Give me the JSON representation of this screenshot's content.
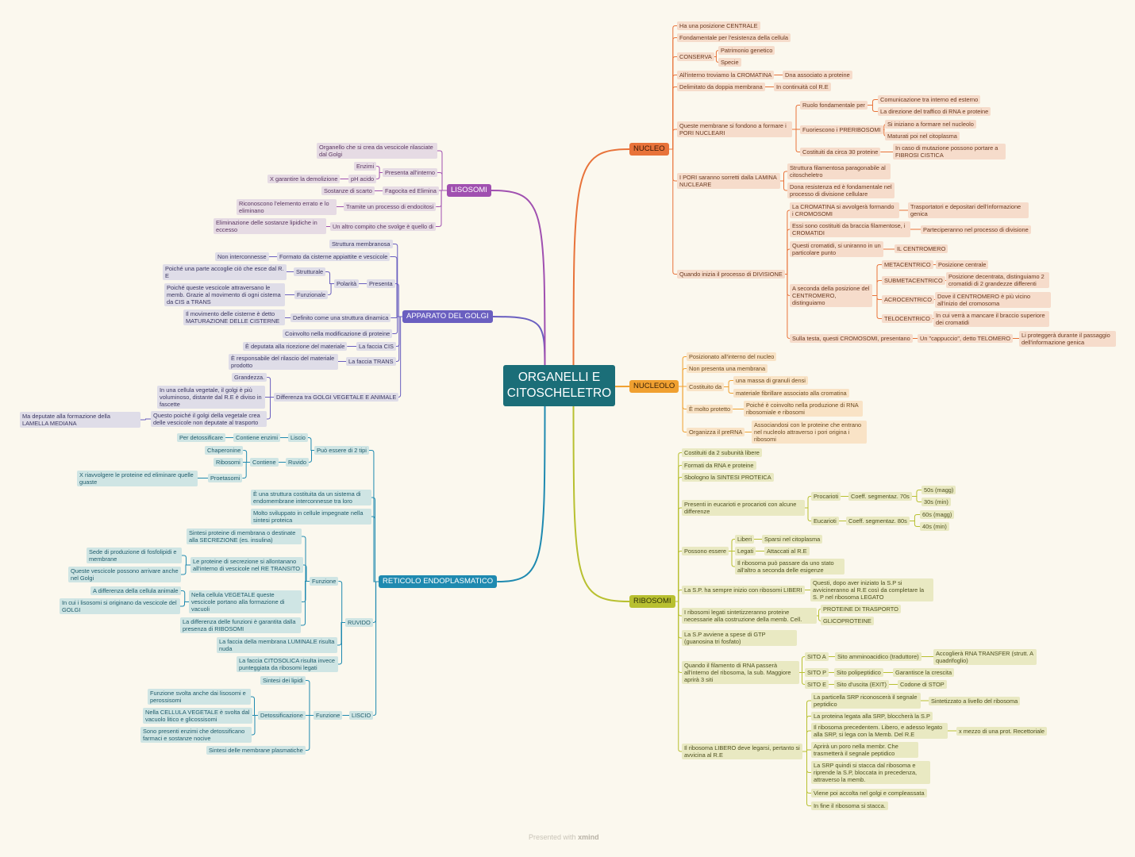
{
  "root": {
    "title": "ORGANELLI E CITOSCHELETRO"
  },
  "branches": {
    "nucleo": {
      "label": "NUCLEO",
      "color": "#e8733a",
      "text": "#3a1a08"
    },
    "nucleolo": {
      "label": "NUCLEOLO",
      "color": "#f0a030",
      "text": "#3a2208"
    },
    "ribosomi": {
      "label": "RIBOSOMI",
      "color": "#b8c030",
      "text": "#30320a"
    },
    "reticolo": {
      "label": "RETICOLO ENDOPLASMATICO",
      "color": "#1f8ab0",
      "text": "#ffffff"
    },
    "golgi": {
      "label": "APPARATO DEL GOLGI",
      "color": "#6a5fc0",
      "text": "#ffffff"
    },
    "lisosomi": {
      "label": "LISOSOMI",
      "color": "#a050b0",
      "text": "#ffffff"
    }
  },
  "nodes": [
    {
      "id": "n1",
      "p": "nucleo",
      "t": "Ha una posizione CENTRALE"
    },
    {
      "id": "n2",
      "p": "nucleo",
      "t": "Fondamentale per l'esistenza della cellula"
    },
    {
      "id": "n3",
      "p": "nucleo",
      "t": "CONSERVA"
    },
    {
      "id": "n3a",
      "p": "n3",
      "t": "Patrimonio genetico"
    },
    {
      "id": "n3b",
      "p": "n3",
      "t": "Specie"
    },
    {
      "id": "n4",
      "p": "nucleo",
      "t": "All'interno troviamo la CROMATINA"
    },
    {
      "id": "n4a",
      "p": "n4",
      "t": "Dna associato a proteine"
    },
    {
      "id": "n5",
      "p": "nucleo",
      "t": "Delimitato da doppia membrana"
    },
    {
      "id": "n5a",
      "p": "n5",
      "t": "In continuità col R.E"
    },
    {
      "id": "n6",
      "p": "nucleo",
      "t": "Queste membrane si fondono a formare i PORI NUCLEARI"
    },
    {
      "id": "n6a",
      "p": "n6",
      "t": "Ruolo fondamentale per"
    },
    {
      "id": "n6a1",
      "p": "n6a",
      "t": "Comunicazione tra interno ed esterno"
    },
    {
      "id": "n6a2",
      "p": "n6a",
      "t": "La direzione del traffico di RNA e proteine"
    },
    {
      "id": "n6b",
      "p": "n6",
      "t": "Fuoriescono i PRERIBOSOMI"
    },
    {
      "id": "n6b1",
      "p": "n6b",
      "t": "Si iniziano a formare nel nucleolo"
    },
    {
      "id": "n6b2",
      "p": "n6b",
      "t": "Maturati poi nel citoplasma"
    },
    {
      "id": "n6c",
      "p": "n6",
      "t": "Costituiti da circa 30 proteine"
    },
    {
      "id": "n6c1",
      "p": "n6c",
      "t": "In caso di mutazione possono portare a FIBROSI CISTICA"
    },
    {
      "id": "n7",
      "p": "nucleo",
      "t": "I PORI saranno sorretti dalla LAMINA NUCLEARE"
    },
    {
      "id": "n7a",
      "p": "n7",
      "t": "Struttura filamentosa paragonabile al citoscheletro"
    },
    {
      "id": "n7b",
      "p": "n7",
      "t": "Dona resistenza ed è fondamentale nel processo di divisione cellulare"
    },
    {
      "id": "n8",
      "p": "nucleo",
      "t": "Quando inizia il processo di DIVISIONE"
    },
    {
      "id": "n8a",
      "p": "n8",
      "t": "La CROMATINA si avvolgerà formando i CROMOSOMI"
    },
    {
      "id": "n8a1",
      "p": "n8a",
      "t": "Trasportatori e depositari dell'informazione genica"
    },
    {
      "id": "n8b",
      "p": "n8",
      "t": "Essi sono costituiti da braccia filamentose, i CROMATIDI"
    },
    {
      "id": "n8b1",
      "p": "n8b",
      "t": "Parteciperanno nel processo di divisione"
    },
    {
      "id": "n8c",
      "p": "n8",
      "t": "Questi cromatidi, si uniranno in un particolare punto"
    },
    {
      "id": "n8c1",
      "p": "n8c",
      "t": "IL CENTROMERO"
    },
    {
      "id": "n8d",
      "p": "n8",
      "t": "A seconda della posizione del CENTROMERO, distinguiamo"
    },
    {
      "id": "n8d1",
      "p": "n8d",
      "t": "METACENTRICO"
    },
    {
      "id": "n8d1a",
      "p": "n8d1",
      "t": "Posizione centrale"
    },
    {
      "id": "n8d2",
      "p": "n8d",
      "t": "SUBMETACENTRICO"
    },
    {
      "id": "n8d2a",
      "p": "n8d2",
      "t": "Posizione decentrata, distinguiamo 2 cromatidi di 2 grandezze differenti"
    },
    {
      "id": "n8d3",
      "p": "n8d",
      "t": "ACROCENTRICO"
    },
    {
      "id": "n8d3a",
      "p": "n8d3",
      "t": "Dove il CENTROMERO è più vicino all'inizio del cromosoma"
    },
    {
      "id": "n8d4",
      "p": "n8d",
      "t": "TELOCENTRICO"
    },
    {
      "id": "n8d4a",
      "p": "n8d4",
      "t": "In cui verrà a mancare il braccio superiore dei cromatidi"
    },
    {
      "id": "n8e",
      "p": "n8",
      "t": "Sulla testa, questi CROMOSOMI, presentano"
    },
    {
      "id": "n8e1",
      "p": "n8e",
      "t": "Un \"cappuccio\", detto TELOMERO"
    },
    {
      "id": "n8e2",
      "p": "n8e1",
      "t": "Li proteggerà durante il passaggio dell'informazione genica"
    },
    {
      "id": "o1",
      "p": "nucleolo",
      "t": "Posizionato all'interno del nucleo"
    },
    {
      "id": "o2",
      "p": "nucleolo",
      "t": "Non presenta una membrana"
    },
    {
      "id": "o3",
      "p": "nucleolo",
      "t": "Costituito da"
    },
    {
      "id": "o3a",
      "p": "o3",
      "t": "una massa di granuli densi"
    },
    {
      "id": "o3b",
      "p": "o3",
      "t": "materiale fibrillare associato alla cromatina"
    },
    {
      "id": "o4",
      "p": "nucleolo",
      "t": "È molto protetto"
    },
    {
      "id": "o4a",
      "p": "o4",
      "t": "Poiché è coinvolto nella produzione di RNA ribosomiale e ribosomi"
    },
    {
      "id": "o5",
      "p": "nucleolo",
      "t": "Organizza il preRNA"
    },
    {
      "id": "o5a",
      "p": "o5",
      "t": "Associandosi con le proteine che entrano nel nucleolo attraverso i pori origina i ribosomi"
    },
    {
      "id": "r1",
      "p": "ribosomi",
      "t": "Costituiti da 2 subunità libere"
    },
    {
      "id": "r2",
      "p": "ribosomi",
      "t": "Formati da RNA e proteine"
    },
    {
      "id": "r3",
      "p": "ribosomi",
      "t": "Sbologno la SINTESI PROTEICA"
    },
    {
      "id": "r4",
      "p": "ribosomi",
      "t": "Presenti in eucarioti e procarioti con alcune differenze"
    },
    {
      "id": "r4a",
      "p": "r4",
      "t": "Procarioti"
    },
    {
      "id": "r4a1",
      "p": "r4a",
      "t": "Coeff. segmentaz. 70s"
    },
    {
      "id": "r4a1a",
      "p": "r4a1",
      "t": "50s (magg)"
    },
    {
      "id": "r4a1b",
      "p": "r4a1",
      "t": "30s (min)"
    },
    {
      "id": "r4b",
      "p": "r4",
      "t": "Eucarioti"
    },
    {
      "id": "r4b1",
      "p": "r4b",
      "t": "Coeff. segmentaz. 80s"
    },
    {
      "id": "r4b1a",
      "p": "r4b1",
      "t": "60s (magg)"
    },
    {
      "id": "r4b1b",
      "p": "r4b1",
      "t": "40s (min)"
    },
    {
      "id": "r5",
      "p": "ribosomi",
      "t": "Possono essere"
    },
    {
      "id": "r5a",
      "p": "r5",
      "t": "Liberi"
    },
    {
      "id": "r5a1",
      "p": "r5a",
      "t": "Sparsi nel citoplasma"
    },
    {
      "id": "r5b",
      "p": "r5",
      "t": "Legati"
    },
    {
      "id": "r5b1",
      "p": "r5b",
      "t": "Attaccati al R.E"
    },
    {
      "id": "r5c",
      "p": "r5",
      "t": "Il ribosoma può passare da uno stato all'altro a seconda delle esigenze"
    },
    {
      "id": "r6",
      "p": "ribosomi",
      "t": "La S.P. ha sempre inizio con ribosomi LIBERI"
    },
    {
      "id": "r6a",
      "p": "r6",
      "t": "Questi, dopo aver iniziato la S.P si avvicineranno al R.E così da completare la S. P nel ribosoma LEGATO"
    },
    {
      "id": "r7",
      "p": "ribosomi",
      "t": "I ribosomi legati sintetizzeranno proteine necessarie alla costruzione della memb. Cell."
    },
    {
      "id": "r7a",
      "p": "r7",
      "t": "PROTEINE DI TRASPORTO"
    },
    {
      "id": "r7b",
      "p": "r7",
      "t": "GLICOPROTEINE"
    },
    {
      "id": "r8",
      "p": "ribosomi",
      "t": "La S.P avviene a spese di GTP (guanosina tri fosfato)"
    },
    {
      "id": "r9",
      "p": "ribosomi",
      "t": "Quando il filamento di RNA passerà all'interno del ribosoma, la sub. Maggiore aprirà 3 siti"
    },
    {
      "id": "r9a",
      "p": "r9",
      "t": "SITO A"
    },
    {
      "id": "r9a1",
      "p": "r9a",
      "t": "Sito amminoacidico (traduttore)"
    },
    {
      "id": "r9a2",
      "p": "r9a1",
      "t": "Accoglierà RNA TRANSFER (strutt. A quadrifoglio)"
    },
    {
      "id": "r9b",
      "p": "r9",
      "t": "SITO P"
    },
    {
      "id": "r9b1",
      "p": "r9b",
      "t": "Sito polipeptidico"
    },
    {
      "id": "r9b2",
      "p": "r9b1",
      "t": "Garantisce la crescita"
    },
    {
      "id": "r9c",
      "p": "r9",
      "t": "SITO E"
    },
    {
      "id": "r9c1",
      "p": "r9c",
      "t": "Sito d'uscita (EXIT)"
    },
    {
      "id": "r9c2",
      "p": "r9c1",
      "t": "Codone di STOP"
    },
    {
      "id": "r10",
      "p": "ribosomi",
      "t": "Il ribosoma LIBERO deve legarsi, pertanto si avvicina al R.E"
    },
    {
      "id": "r10a",
      "p": "r10",
      "t": "La particella SRP riconoscerà il segnale peptidico"
    },
    {
      "id": "r10a1",
      "p": "r10a",
      "t": "Sintetizzato a livello del ribosoma"
    },
    {
      "id": "r10b",
      "p": "r10",
      "t": "La proteina legata alla SRP, bloccherà la S.P"
    },
    {
      "id": "r10c",
      "p": "r10",
      "t": "Il ribosoma precedentem. Libero, e adesso legato alla SRP, si lega con la Memb. Del R.E"
    },
    {
      "id": "r10c1",
      "p": "r10c",
      "t": "x mezzo di una prot. Recettoriale"
    },
    {
      "id": "r10d",
      "p": "r10",
      "t": "Aprirà un poro nella membr. Che trasmetterà il segnale peptidico"
    },
    {
      "id": "r10e",
      "p": "r10",
      "t": "La SRP quindi si stacca dal ribosoma e riprende la S.P, bloccata in precedenza, attraverso la memb."
    },
    {
      "id": "r10f",
      "p": "r10",
      "t": "Viene poi accolta nel golgi e compleassata"
    },
    {
      "id": "r10g",
      "p": "r10",
      "t": "In fine il ribosoma si stacca."
    },
    {
      "id": "l1",
      "p": "lisosomi",
      "t": "Organello che si crea da vescicole rilasciate dal Golgi"
    },
    {
      "id": "l2",
      "p": "lisosomi",
      "t": "Presenta all'interno"
    },
    {
      "id": "l2a",
      "p": "l2",
      "t": "Enzimi"
    },
    {
      "id": "l2b",
      "p": "l2",
      "t": "pH acido"
    },
    {
      "id": "l2b1",
      "p": "l2b",
      "t": "X garantire la demolizione"
    },
    {
      "id": "l3",
      "p": "lisosomi",
      "t": "Fagocita ed Elimina"
    },
    {
      "id": "l3a",
      "p": "l3",
      "t": "Sostanze di scarto"
    },
    {
      "id": "l4",
      "p": "lisosomi",
      "t": "Tramite un processo di endocitosi"
    },
    {
      "id": "l4a",
      "p": "l4",
      "t": "Riconoscono l'elemento errato e lo eliminano"
    },
    {
      "id": "l5",
      "p": "lisosomi",
      "t": "Un altro compito che svolge è quello di"
    },
    {
      "id": "l5a",
      "p": "l5",
      "t": "Eliminazione delle sostanze lipidiche in eccesso"
    },
    {
      "id": "g1",
      "p": "golgi",
      "t": "Struttura membranosa"
    },
    {
      "id": "g2",
      "p": "golgi",
      "t": "Formato da cisterne appiattite e vescicole"
    },
    {
      "id": "g2a",
      "p": "g2",
      "t": "Non interconnesse"
    },
    {
      "id": "g3",
      "p": "golgi",
      "t": "Presenta"
    },
    {
      "id": "g3a",
      "p": "g3",
      "t": "Polarità"
    },
    {
      "id": "g3a1",
      "p": "g3a",
      "t": "Strutturale"
    },
    {
      "id": "g3a1a",
      "p": "g3a1",
      "t": "Poiché una parte accoglie ciò che esce dal R. E"
    },
    {
      "id": "g3a2",
      "p": "g3a",
      "t": "Funzionale"
    },
    {
      "id": "g3a2a",
      "p": "g3a2",
      "t": "Poiché queste vescicole attraversano le memb. Grazie al movimento di ogni cistema da CIS a TRANS"
    },
    {
      "id": "g4",
      "p": "golgi",
      "t": "Definito come una struttura dinamica"
    },
    {
      "id": "g4a",
      "p": "g4",
      "t": "Il movimento delle cisterne è detto MATURAZIONE DELLE CISTERNE"
    },
    {
      "id": "g5",
      "p": "golgi",
      "t": "Coinvolto nella modificazione di proteine"
    },
    {
      "id": "g6",
      "p": "golgi",
      "t": "La faccia CIS"
    },
    {
      "id": "g6a",
      "p": "g6",
      "t": "È deputata alla ricezione del materiale"
    },
    {
      "id": "g7",
      "p": "golgi",
      "t": "La faccia TRANS"
    },
    {
      "id": "g7a",
      "p": "g7",
      "t": "È responsabile del rilascio del materiale prodotto"
    },
    {
      "id": "g8",
      "p": "golgi",
      "t": "Differenza tra GOLGI VEGETALE E ANIMALE"
    },
    {
      "id": "g8a",
      "p": "g8",
      "t": "Grandezza."
    },
    {
      "id": "g8b",
      "p": "g8",
      "t": "In una cellula vegetale, il golgi è più voluminoso, distante dal R.E è diviso in fascette"
    },
    {
      "id": "g8c",
      "p": "g8",
      "t": "Questo poiché il golgi della vegetale crea delle vescicole non deputate al trasporto"
    },
    {
      "id": "g8c1",
      "p": "g8c",
      "t": "Ma deputate alla formazione della LAMELLA MEDIANA"
    },
    {
      "id": "e1",
      "p": "reticolo",
      "t": "Può essere di 2 tipi"
    },
    {
      "id": "e1a",
      "p": "e1",
      "t": "Liscio"
    },
    {
      "id": "e1a1",
      "p": "e1a",
      "t": "Contiene enzimi"
    },
    {
      "id": "e1a2",
      "p": "e1a1",
      "t": "Per detossificare"
    },
    {
      "id": "e1b",
      "p": "e1",
      "t": "Ruvido"
    },
    {
      "id": "e1b1",
      "p": "e1b",
      "t": "Contiene"
    },
    {
      "id": "e1b1a",
      "p": "e1b1",
      "t": "Chaperonine"
    },
    {
      "id": "e1b1b",
      "p": "e1b1",
      "t": "Ribosomi"
    },
    {
      "id": "e1b1c",
      "p": "e1b1",
      "t": "Proetasomi"
    },
    {
      "id": "e1b1c1",
      "p": "e1b1c",
      "t": "X riavvolgere le proteine ed eliminare quelle guaste"
    },
    {
      "id": "e2",
      "p": "reticolo",
      "t": "È una struttura costituita da un sistema di endomembrane interconnesse tra loro"
    },
    {
      "id": "e3",
      "p": "reticolo",
      "t": "Molto sviluppato in cellule impegnate nella sintesi proteica"
    },
    {
      "id": "e4",
      "p": "reticolo",
      "t": "RUVIDO"
    },
    {
      "id": "e4a",
      "p": "e4",
      "t": "Funzione"
    },
    {
      "id": "e4a1",
      "p": "e4a",
      "t": "Sintesi proteine di membrana o destinate alla SECREZIONE (es. insulina)"
    },
    {
      "id": "e4a2",
      "p": "e4a",
      "t": "Le proteine di secrezione si allontanano all'interno di vescicole nel RE TRANSITO"
    },
    {
      "id": "e4a2a",
      "p": "e4a2",
      "t": "Sede di produzione di fosfolipidi e membrane"
    },
    {
      "id": "e4a2b",
      "p": "e4a2",
      "t": "Queste vescicole possono arrivare anche nel Golgi"
    },
    {
      "id": "e4a3",
      "p": "e4a",
      "t": "Nella cellula VEGETALE queste vescicole portano alla formazione di vacuoli"
    },
    {
      "id": "e4a3a",
      "p": "e4a3",
      "t": "A differenza della cellula animale"
    },
    {
      "id": "e4a3b",
      "p": "e4a3",
      "t": "In cui i lisosomi si originano da vescicole del GOLGI"
    },
    {
      "id": "e4a4",
      "p": "e4a",
      "t": "La differenza delle funzioni è garantita dalla presenza di RIBOSOMI"
    },
    {
      "id": "e4b",
      "p": "e4",
      "t": "La faccia della membrana LUMINALE risulta nuda"
    },
    {
      "id": "e4c",
      "p": "e4",
      "t": "La faccia CITOSOLICA risulta invece punteggiata da ribosomi legati"
    },
    {
      "id": "e5",
      "p": "reticolo",
      "t": "LISCIO"
    },
    {
      "id": "e5a",
      "p": "e5",
      "t": "Funzione"
    },
    {
      "id": "e5a1",
      "p": "e5a",
      "t": "Sintesi dei lipidi"
    },
    {
      "id": "e5a2",
      "p": "e5a",
      "t": "Detossificazione"
    },
    {
      "id": "e5a2a",
      "p": "e5a2",
      "t": "Funzione svolta anche dai lisosomi e perossisomi"
    },
    {
      "id": "e5a2b",
      "p": "e5a2",
      "t": "Nella CELLULA VEGETALE è svolta dal vacuolo litico e glicossisomi"
    },
    {
      "id": "e5a2c",
      "p": "e5a2",
      "t": "Sono presenti enzimi che detossificano farmaci e sostanze nocive"
    },
    {
      "id": "e5a3",
      "p": "e5a",
      "t": "Sintesi delle membrane plasmatiche"
    }
  ],
  "footer": {
    "prefix": "Presented with",
    "brand": "xmind"
  }
}
